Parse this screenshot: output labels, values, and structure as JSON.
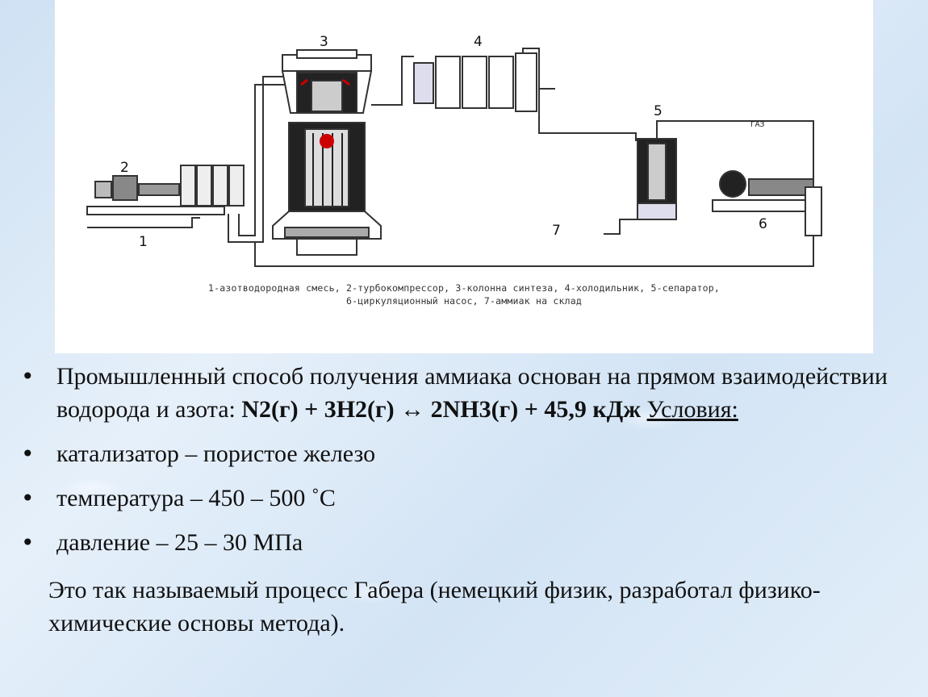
{
  "diagram": {
    "labels": {
      "n1": "1",
      "n2": "2",
      "n3": "3",
      "n4": "4",
      "n5": "5",
      "n6": "6",
      "n7": "7",
      "gas": "ГАЗ"
    },
    "caption_line1": "1-азотводородная смесь, 2-турбокомпрессор, 3-колонна синтеза, 4-холодильник, 5-сепаратор,",
    "caption_line2": "6-циркуляционный насос, 7-аммиак на склад"
  },
  "text": {
    "bullet1_a": "Промышленный способ получения аммиака основан на прямом взаимодействии водорода и азота: ",
    "bullet1_formula": "N2(г) + 3H2(г) ↔ 2NH3(г) + 45,9  кДж",
    "bullet1_space": " ",
    "bullet1_conditions": "Условия:",
    "bullet2": "катализатор – пористое железо",
    "bullet3": "температура – 450 – 500 ˚С",
    "bullet4": "давление – 25 – 30 МПа",
    "paragraph": "Это так называемый процесс Габера (немецкий физик, разработал физико-химические основы метода).",
    "bullet_symbol": "•"
  }
}
